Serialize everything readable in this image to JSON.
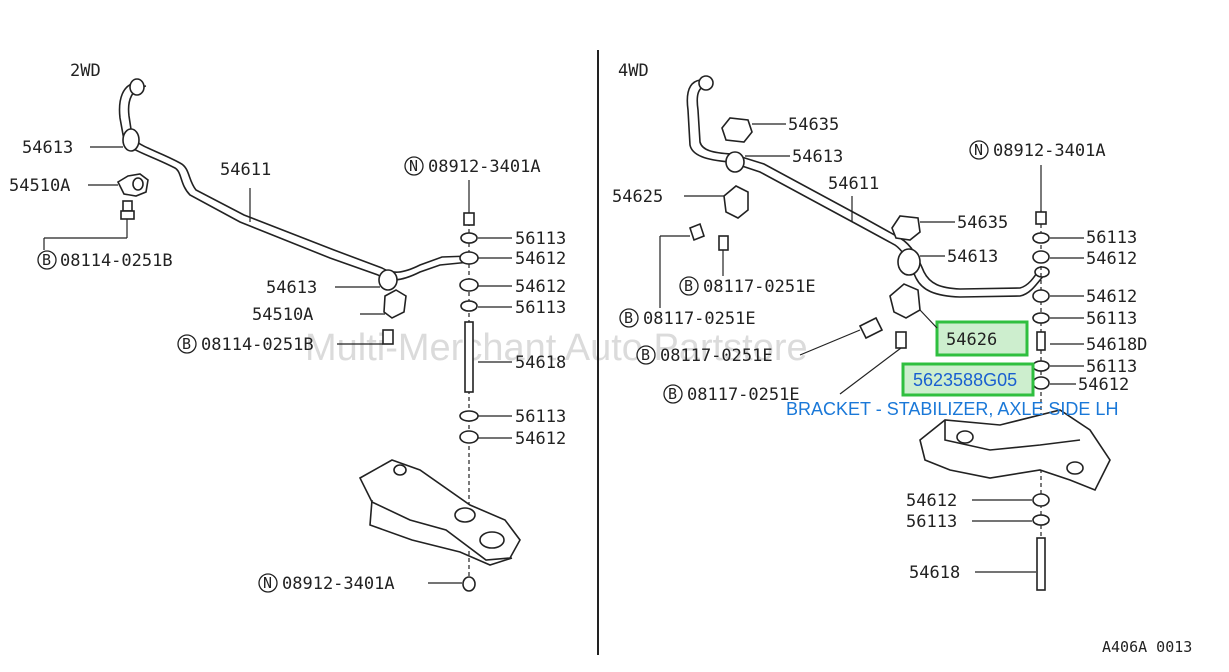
{
  "sections": {
    "left": "2WD",
    "right": "4WD"
  },
  "labels": {
    "l_54613_a": "54613",
    "l_54510A_a": "54510A",
    "l_B_08114_a": "08114-0251B",
    "l_54611": "54611",
    "l_N_08912_a": "08912-3401A",
    "l_56113_a": "56113",
    "l_54612_a": "54612",
    "l_54613_b": "54613",
    "l_54612_b": "54612",
    "l_54510A_b": "54510A",
    "l_56113_b": "56113",
    "l_B_08114_b": "08114-0251B",
    "l_54618": "54618",
    "l_56113_c": "56113",
    "l_54612_c": "54612",
    "l_N_08912_b": "08912-3401A",
    "r_54635_a": "54635",
    "r_54613_a": "54613",
    "r_N_08912": "08912-3401A",
    "r_54625": "54625",
    "r_54611": "54611",
    "r_54635_b": "54635",
    "r_56113_a": "56113",
    "r_54613_b": "54613",
    "r_54612_a": "54612",
    "r_B_08117_a": "08117-0251E",
    "r_54612_b": "54612",
    "r_B_08117_b": "08117-0251E",
    "r_56113_b": "56113",
    "r_54626": "54626",
    "r_54618D": "54618D",
    "r_B_08117_c": "08117-0251E",
    "r_56113_c": "56113",
    "r_highlight_part": "5623588G05",
    "r_54612_c": "54612",
    "r_B_08117_d": "08117-0251E",
    "r_54612_d": "54612",
    "r_56113_d": "56113",
    "r_54618": "54618"
  },
  "circle_letters": {
    "N": "N",
    "B": "B"
  },
  "highlight": {
    "description": "BRACKET - STABILIZER, AXLE SIDE LH",
    "box_color": "#2fbf3f",
    "text_color": "#1a78d8"
  },
  "watermark": "Multi-Merchant Auto Partstore",
  "figure_code": "A406A 0013"
}
